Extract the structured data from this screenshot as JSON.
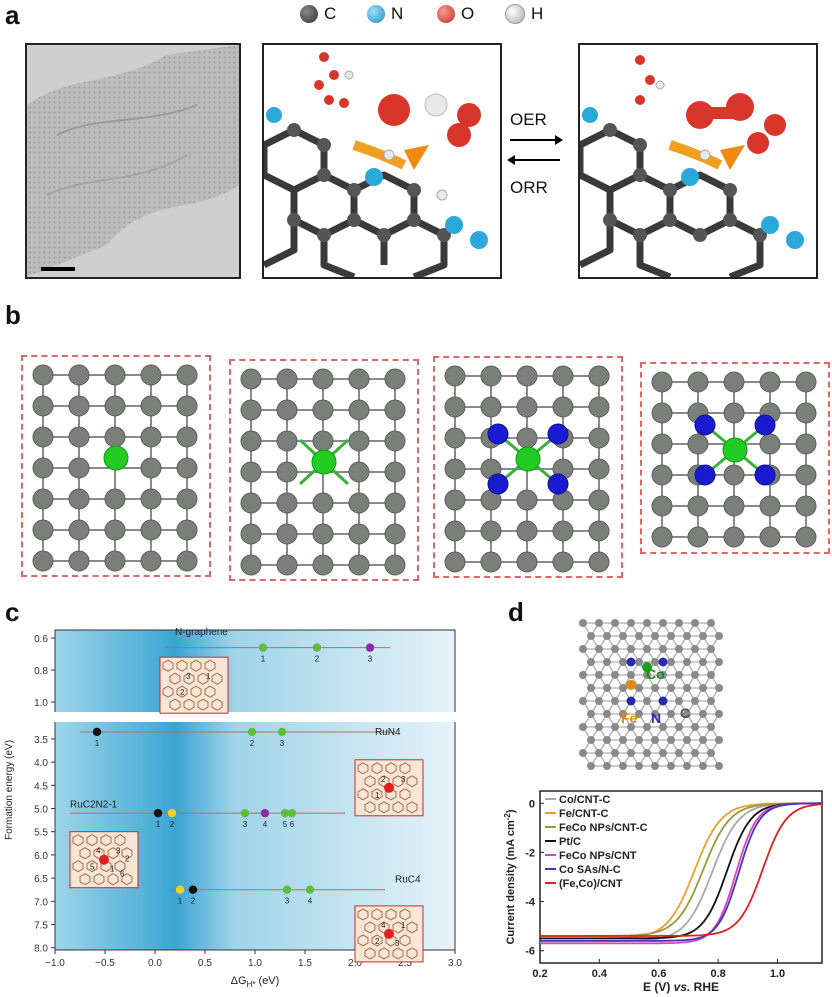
{
  "panels": {
    "a": "a",
    "b": "b",
    "c": "c",
    "d": "d"
  },
  "panel_a": {
    "legend": [
      {
        "symbol": "C",
        "color": "#404040"
      },
      {
        "symbol": "N",
        "color": "#29a8d9"
      },
      {
        "symbol": "O",
        "color": "#e03a2f"
      },
      {
        "symbol": "H",
        "color": "#d8d8d8"
      }
    ],
    "oer_label": "OER",
    "orr_label": "ORR"
  },
  "panel_c": {
    "sections": [
      {
        "name": "N-graphene",
        "sites": [
          "1",
          "2",
          "3"
        ],
        "inset_labels": [
          "3",
          "1",
          "2"
        ]
      },
      {
        "name": "RuN4",
        "sites": [
          "1",
          "2",
          "3"
        ],
        "inset_labels": [
          "2",
          "3",
          "1"
        ]
      },
      {
        "name": "RuC2N2-1",
        "sites": [
          "1",
          "2",
          "3",
          "4",
          "5",
          "6"
        ],
        "inset_labels": [
          "4",
          "3",
          "5",
          "1",
          "2",
          "6"
        ]
      },
      {
        "name": "RuC4",
        "sites": [
          "1",
          "2",
          "3",
          "4"
        ],
        "inset_labels": [
          "4",
          "1",
          "2",
          "3"
        ]
      }
    ],
    "ylabel": "Formation energy (eV)",
    "xlabel": "ΔG",
    "xlabel_sub": "H*",
    "xlabel_unit": " (eV)",
    "xticks": [
      "−1.0",
      "−0.5",
      "0.0",
      "0.5",
      "1.0",
      "1.5",
      "2.0",
      "2.5",
      "3.0"
    ],
    "yticks_top": [
      "0.6",
      "0.8",
      "1.0"
    ],
    "yticks_bottom": [
      "3.5",
      "4.0",
      "4.5",
      "5.0",
      "5.5",
      "6.0",
      "6.5",
      "7.0",
      "7.5",
      "8.0"
    ]
  },
  "panel_d": {
    "atom_labels": {
      "co": "Co",
      "fe": "Fe",
      "n": "N",
      "c": "C"
    },
    "legend": [
      {
        "name": "Co/CNT-C",
        "color": "#a8a8a8"
      },
      {
        "name": "Fe/CNT-C",
        "color": "#e8a030"
      },
      {
        "name": "FeCo NPs/CNT-C",
        "color": "#9a9a3a"
      },
      {
        "name": "Pt/C",
        "color": "#111111"
      },
      {
        "name": "FeCo NPs/CNT",
        "color": "#e040c0"
      },
      {
        "name": "Co SAs/N-C",
        "color": "#3a3ab8"
      },
      {
        "name": "(Fe,Co)/CNT",
        "color": "#e02020"
      }
    ],
    "ylabel_main": "Current density (mA cm",
    "ylabel_sup": "-2",
    "ylabel_end": ")",
    "xlabel_pre": "E (V) ",
    "xlabel_vs": "vs.",
    "xlabel_post": " RHE",
    "xticks": [
      "0.2",
      "0.4",
      "0.6",
      "0.8",
      "1.0"
    ],
    "yticks": [
      "0",
      "-2",
      "-4",
      "-6"
    ]
  },
  "chart_data": [
    {
      "type": "scatter",
      "xlabel": "ΔGH* (eV)",
      "ylabel": "Formation energy (eV)",
      "xlim": [
        -1.0,
        3.0
      ],
      "series": [
        {
          "name": "N-graphene",
          "y": 0.66,
          "points": [
            {
              "x": 1.08,
              "label": "1",
              "color": "#5cbf3a"
            },
            {
              "x": 1.62,
              "label": "2",
              "color": "#5cbf3a"
            },
            {
              "x": 2.15,
              "label": "3",
              "color": "#8a2aa8"
            }
          ]
        },
        {
          "name": "RuN4",
          "y": 3.35,
          "points": [
            {
              "x": -0.58,
              "label": "1",
              "color": "#111111"
            },
            {
              "x": 0.97,
              "label": "2",
              "color": "#5cbf3a"
            },
            {
              "x": 1.27,
              "label": "3",
              "color": "#5cbf3a"
            }
          ]
        },
        {
          "name": "RuC2N2-1",
          "y": 5.1,
          "points": [
            {
              "x": 0.03,
              "label": "1",
              "color": "#111111"
            },
            {
              "x": 0.17,
              "label": "2",
              "color": "#f0d020"
            },
            {
              "x": 0.9,
              "label": "3",
              "color": "#5cbf3a"
            },
            {
              "x": 1.1,
              "label": "4",
              "color": "#8a2aa8"
            },
            {
              "x": 1.3,
              "label": "5",
              "color": "#5cbf3a"
            },
            {
              "x": 1.37,
              "label": "6",
              "color": "#5cbf3a"
            }
          ]
        },
        {
          "name": "RuC4",
          "y": 6.75,
          "points": [
            {
              "x": 0.25,
              "label": "1",
              "color": "#f0d020"
            },
            {
              "x": 0.38,
              "label": "2",
              "color": "#111111"
            },
            {
              "x": 1.32,
              "label": "3",
              "color": "#5cbf3a"
            },
            {
              "x": 1.55,
              "label": "4",
              "color": "#5cbf3a"
            }
          ]
        }
      ]
    },
    {
      "type": "line",
      "xlabel": "E (V) vs. RHE",
      "ylabel": "Current density (mA cm-2)",
      "xlim": [
        0.2,
        1.15
      ],
      "ylim": [
        -6.5,
        0.5
      ],
      "series": [
        {
          "name": "Co/CNT-C",
          "limit": -5.6,
          "e_half": 0.78,
          "width": 0.045
        },
        {
          "name": "Fe/CNT-C",
          "limit": -5.5,
          "e_half": 0.72,
          "width": 0.045
        },
        {
          "name": "FeCo NPs/CNT-C",
          "limit": -5.4,
          "e_half": 0.75,
          "width": 0.045
        },
        {
          "name": "Pt/C",
          "limit": -5.5,
          "e_half": 0.83,
          "width": 0.04
        },
        {
          "name": "FeCo NPs/CNT",
          "limit": -5.7,
          "e_half": 0.86,
          "width": 0.035
        },
        {
          "name": "Co SAs/N-C",
          "limit": -5.6,
          "e_half": 0.87,
          "width": 0.035
        },
        {
          "name": "(Fe,Co)/CNT",
          "limit": -5.4,
          "e_half": 0.95,
          "width": 0.04
        }
      ]
    }
  ]
}
